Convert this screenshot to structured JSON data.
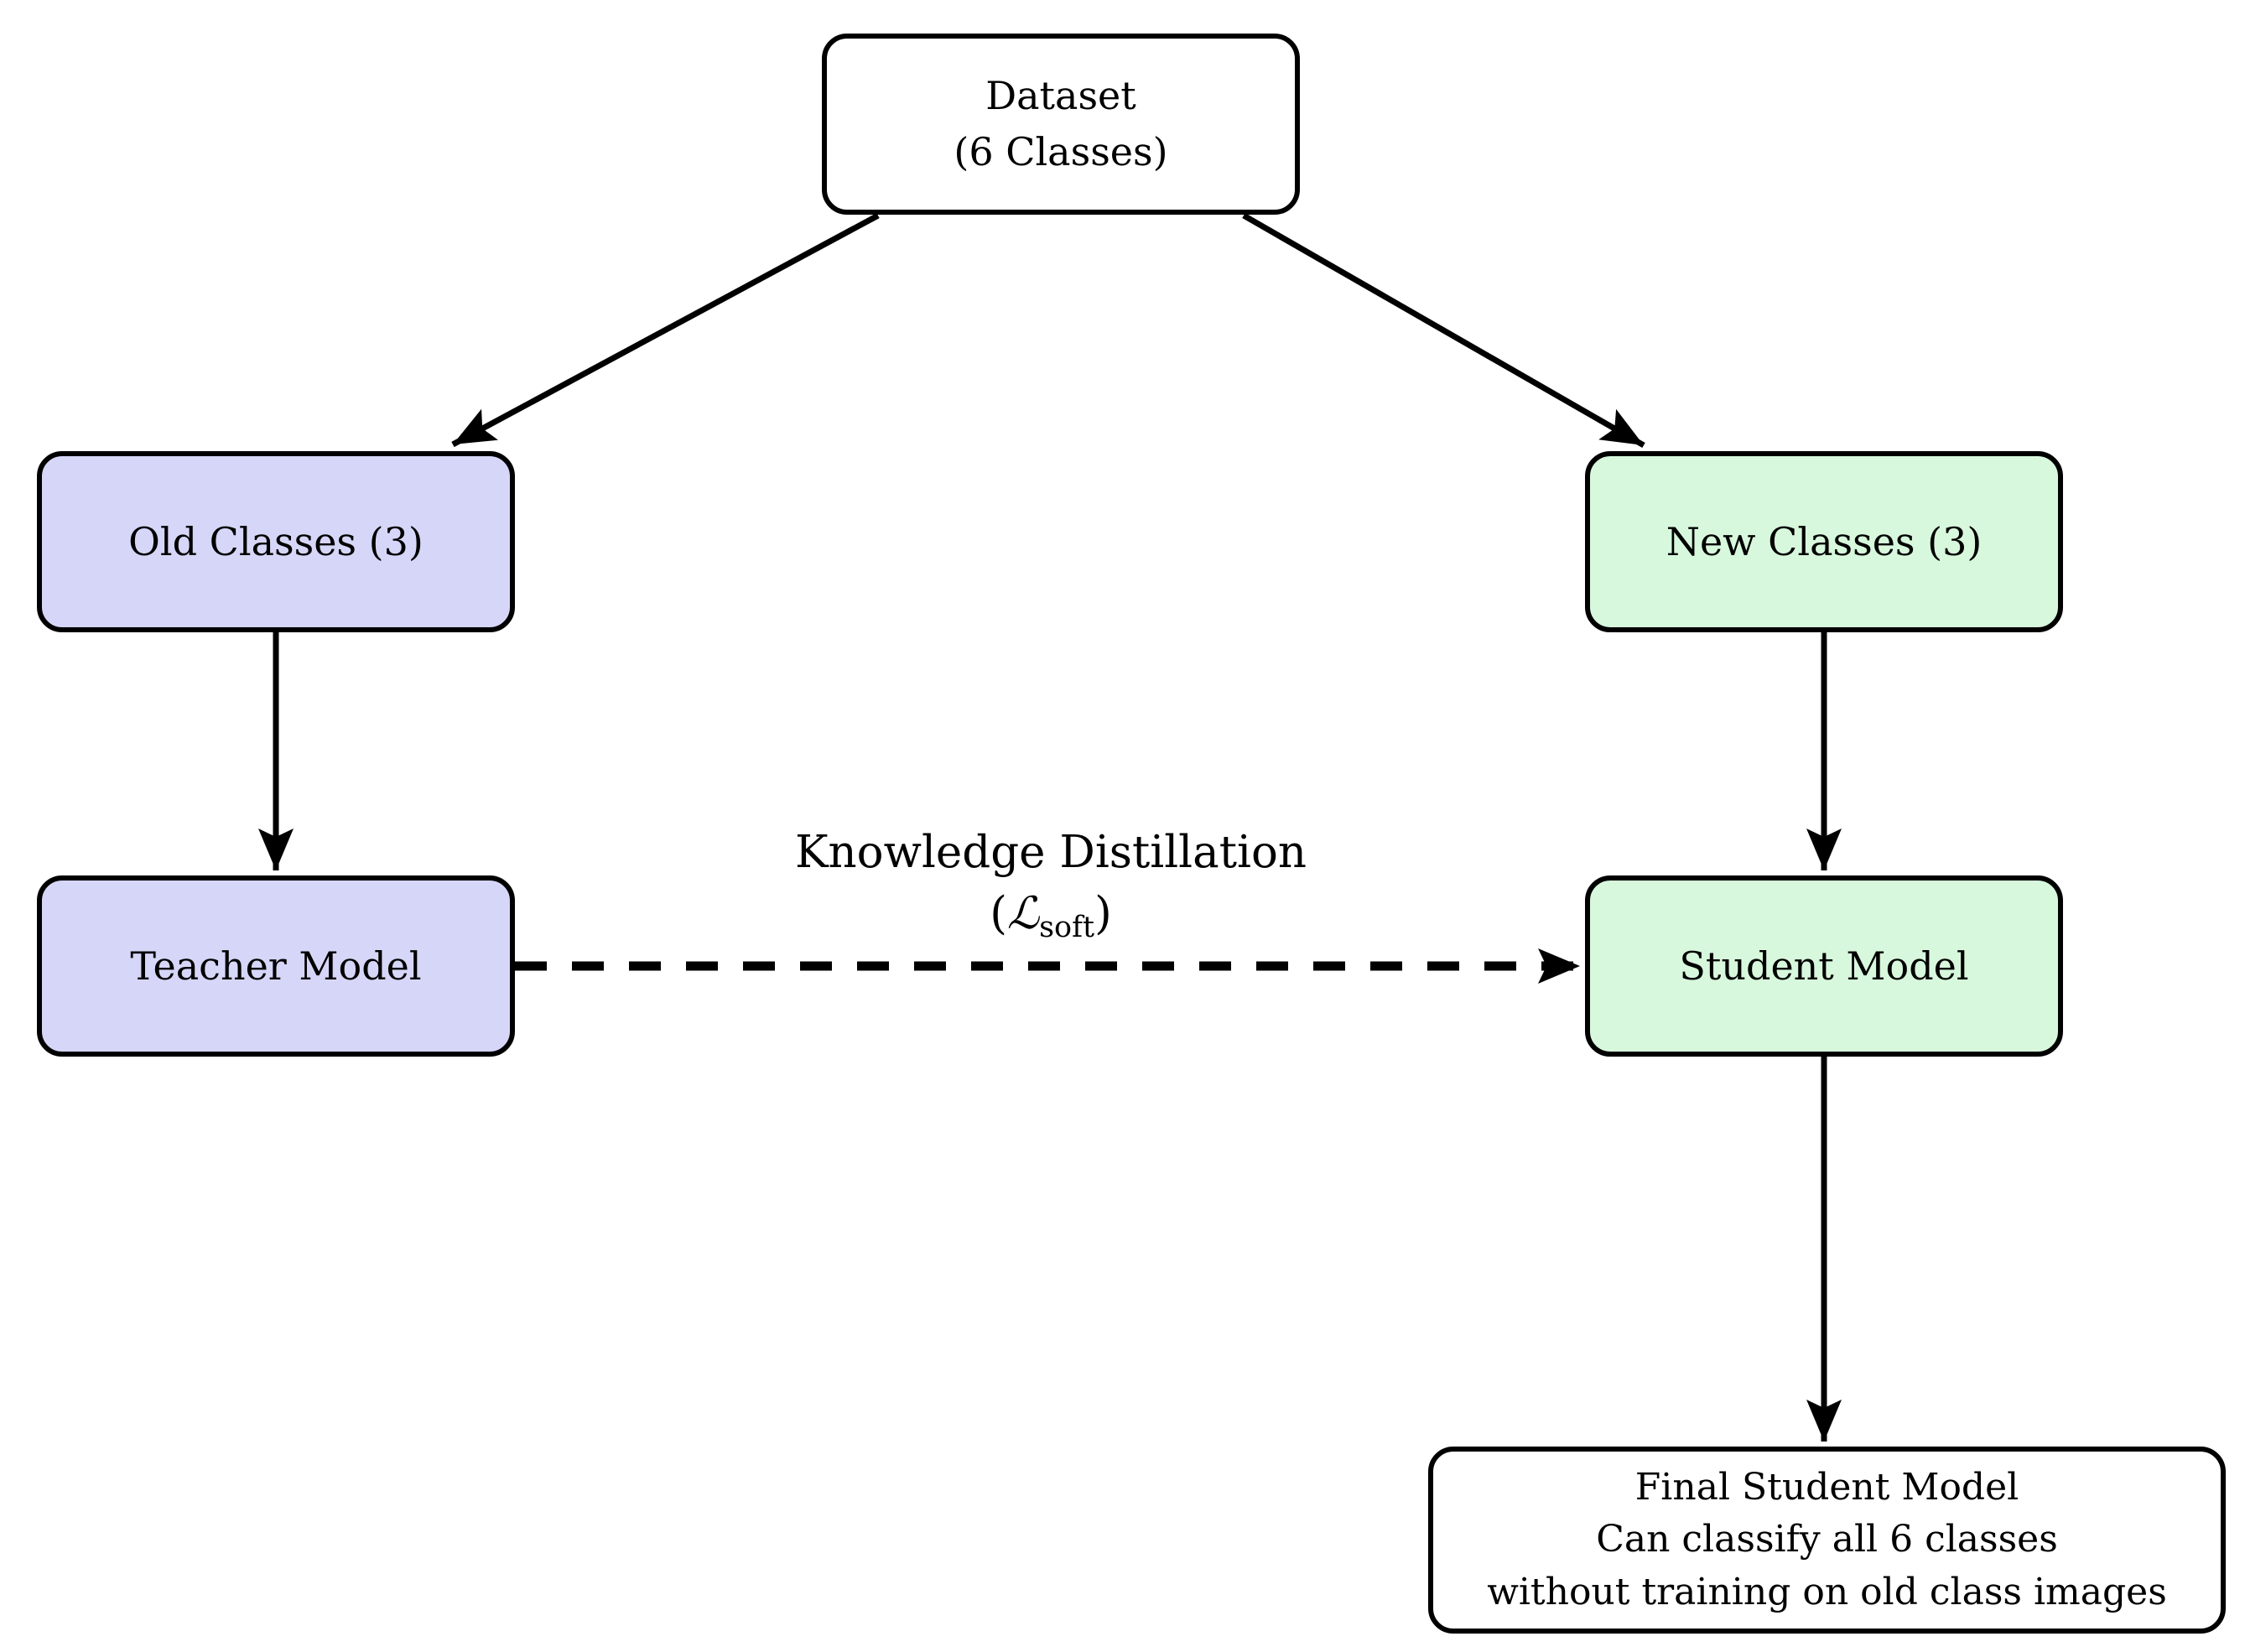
{
  "diagram": {
    "nodes": {
      "dataset": {
        "line1": "Dataset",
        "line2": "(6 Classes)"
      },
      "old_classes": {
        "label": "Old Classes (3)"
      },
      "new_classes": {
        "label": "New Classes (3)"
      },
      "teacher": {
        "label": "Teacher Model"
      },
      "student": {
        "label": "Student Model"
      },
      "final": {
        "line1": "Final Student Model",
        "line2": "Can classify all 6 classes",
        "line3": "without training on old class images"
      }
    },
    "edge_label": {
      "line1": "Knowledge Distillation",
      "paren_open": "(",
      "loss_symbol": "ℒ",
      "loss_subscript": "soft",
      "paren_close": ")"
    },
    "colors": {
      "old_fill": "#d6d6f8",
      "new_fill": "#d7f8dc",
      "plain_fill": "#ffffff",
      "stroke": "#000000"
    }
  }
}
